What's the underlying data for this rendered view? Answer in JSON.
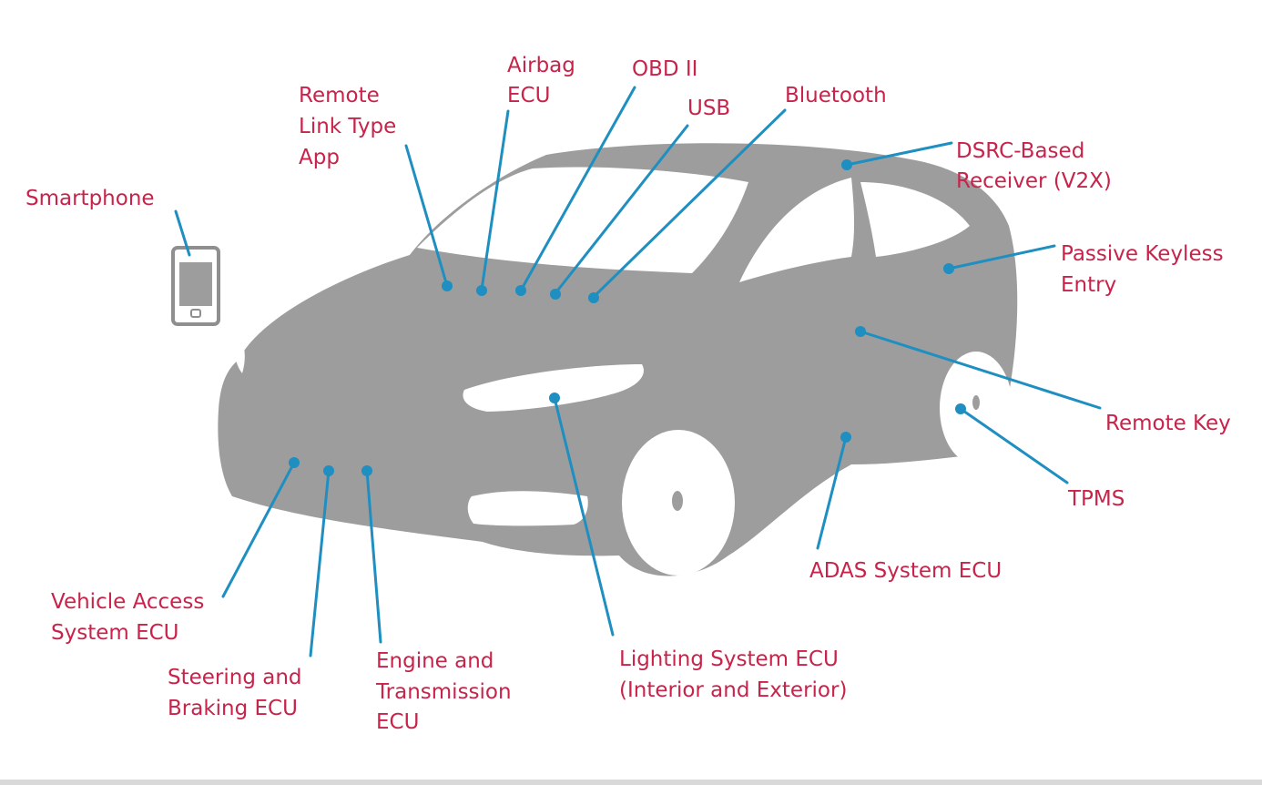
{
  "colors": {
    "label_text": "#c8234a",
    "connector": "#1e8fc0",
    "car_silhouette": "#9d9d9d",
    "background": "#ffffff"
  },
  "icons": {
    "smartphone": "smartphone-icon",
    "car": "car-silhouette"
  },
  "labels": {
    "smartphone": [
      "Smartphone"
    ],
    "remote_link_app": [
      "Remote",
      "Link Type",
      "App"
    ],
    "airbag_ecu": [
      "Airbag",
      "ECU"
    ],
    "obd_ii": [
      "OBD II"
    ],
    "usb": [
      "USB"
    ],
    "bluetooth": [
      "Bluetooth"
    ],
    "dsrc_receiver": [
      "DSRC-Based",
      "Receiver (V2X)"
    ],
    "passive_keyless_entry": [
      "Passive Keyless",
      "Entry"
    ],
    "remote_key": [
      "Remote Key"
    ],
    "tpms": [
      "TPMS"
    ],
    "adas_ecu": [
      "ADAS System ECU"
    ],
    "lighting_ecu": [
      "Lighting System ECU",
      "(Interior and Exterior)"
    ],
    "engine_transmission_ecu": [
      "Engine and",
      "Transmission",
      "ECU"
    ],
    "steering_braking_ecu": [
      "Steering and",
      "Braking ECU"
    ],
    "vehicle_access_ecu": [
      "Vehicle Access",
      "System ECU"
    ]
  }
}
